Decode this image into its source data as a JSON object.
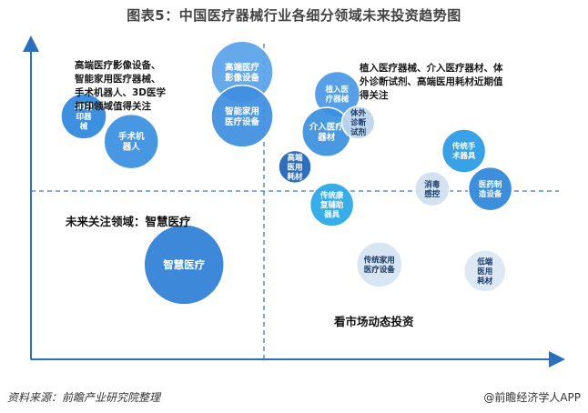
{
  "title": "图表5：中国医疗器械行业各细分领域未来投资趋势图",
  "notes": {
    "top_left": [
      "高端医疗影像设备、",
      "智能家用医疗器械、",
      "手术机器人、3D医学",
      "打印领域值得关注"
    ],
    "top_right": [
      "植入医疗器械、介入医疗器材、体",
      "外诊断试剂、高端医用耗材近期值",
      "得关注"
    ],
    "bottom_left": "未来关注领域：智慧医疗",
    "bottom_right": "看市场动态投资"
  },
  "footer": {
    "source": "资料来源：前瞻产业研究院整理",
    "brand": "@前瞻经济学人APP"
  },
  "chart_data": {
    "type": "scatter",
    "title": "图表5：中国医疗器械行业各细分领域未来投资趋势图",
    "xlabel": "",
    "ylabel": "",
    "xlim": [
      0,
      100
    ],
    "ylim": [
      0,
      100
    ],
    "grid": false,
    "points": [
      {
        "label": [
          "3D打",
          "印器",
          "械"
        ],
        "x": 10,
        "y": 77,
        "r": 2.5,
        "color": "#2e86de"
      },
      {
        "label": [
          "手术机",
          "器人"
        ],
        "x": 19,
        "y": 69,
        "r": 3.0,
        "color": "#3a8fe0"
      },
      {
        "label": [
          "高端医疗",
          "影像设备"
        ],
        "x": 40,
        "y": 91,
        "r": 3.4,
        "color": "#5aa3e8"
      },
      {
        "label": [
          "智能家用",
          "医疗设备"
        ],
        "x": 40,
        "y": 77,
        "r": 3.4,
        "color": "#3e8ee0"
      },
      {
        "label": [
          "植入医",
          "疗器械"
        ],
        "x": 58,
        "y": 84,
        "r": 2.5,
        "color": "#4a98e4"
      },
      {
        "label": [
          "介入医疗",
          "器材"
        ],
        "x": 56,
        "y": 72,
        "r": 2.7,
        "color": "#3a90e0"
      },
      {
        "label": [
          "体外",
          "诊断",
          "试剂"
        ],
        "x": 62,
        "y": 75,
        "r": 1.8,
        "color": "#bcd4ec"
      },
      {
        "label": [
          "高端",
          "医用",
          "耗材"
        ],
        "x": 50,
        "y": 61,
        "r": 1.8,
        "color": "#1e63b8"
      },
      {
        "label": [
          "传统康",
          "复辅助",
          "器具"
        ],
        "x": 57,
        "y": 49,
        "r": 2.4,
        "color": "#2aa7e6"
      },
      {
        "label": [
          "传统手",
          "术器具"
        ],
        "x": 82,
        "y": 66,
        "r": 2.4,
        "color": "#2a9ae4"
      },
      {
        "label": [
          "消毒",
          "感控"
        ],
        "x": 76,
        "y": 54,
        "r": 1.9,
        "color": "#cfe0f0"
      },
      {
        "label": [
          "医药制",
          "造设备"
        ],
        "x": 87,
        "y": 54,
        "r": 2.4,
        "color": "#2f86d8"
      },
      {
        "label": [
          "智慧医疗"
        ],
        "x": 29,
        "y": 30,
        "r": 4.4,
        "color": "#2f7fd6"
      },
      {
        "label": [
          "传统家用",
          "医疗设备"
        ],
        "x": 66,
        "y": 30,
        "r": 2.5,
        "color": "#d5e3f1"
      },
      {
        "label": [
          "低端",
          "医用",
          "耗材"
        ],
        "x": 86,
        "y": 28,
        "r": 2.3,
        "color": "#d9e6f3"
      }
    ]
  }
}
